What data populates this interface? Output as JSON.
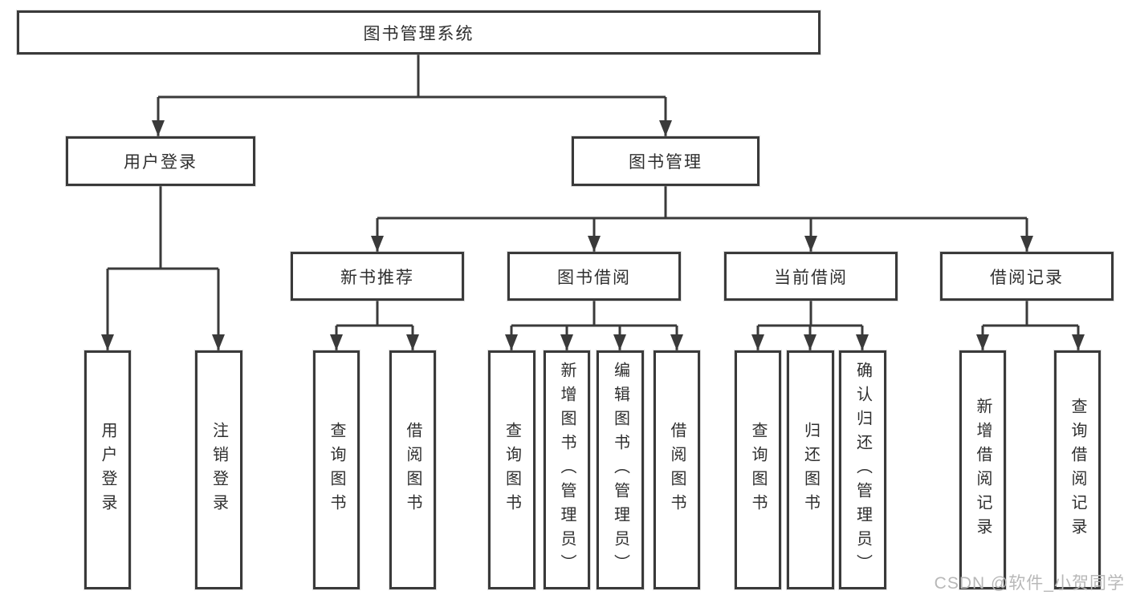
{
  "colors": {
    "line_color": "#3a3a3a",
    "text_color": "#2f2f2f",
    "box_bg": "#ffffff",
    "watermark_color": "#b8b8b8",
    "page_bg": "#ffffff"
  },
  "nodes": {
    "root": "图书管理系统",
    "user_login": "用户登录",
    "book_mgmt": "图书管理",
    "new_book_rec": "新书推荐",
    "book_borrow": "图书借阅",
    "current_borrow": "当前借阅",
    "borrow_records": "借阅记录",
    "ul_login": "用户登录",
    "ul_logout": "注销登录",
    "nbr_query": "查询图书",
    "nbr_borrow": "借阅图书",
    "bb_query": "查询图书",
    "bb_add": "新增图书（管理员）",
    "bb_edit": "编辑图书（管理员）",
    "bb_borrow": "借阅图书",
    "cb_query": "查询图书",
    "cb_return": "归还图书",
    "cb_confirm": "确认归还（管理员）",
    "br_add": "新增借阅记录",
    "br_query": "查询借阅记录"
  },
  "watermark": "CSDN @软件_小贺同学"
}
